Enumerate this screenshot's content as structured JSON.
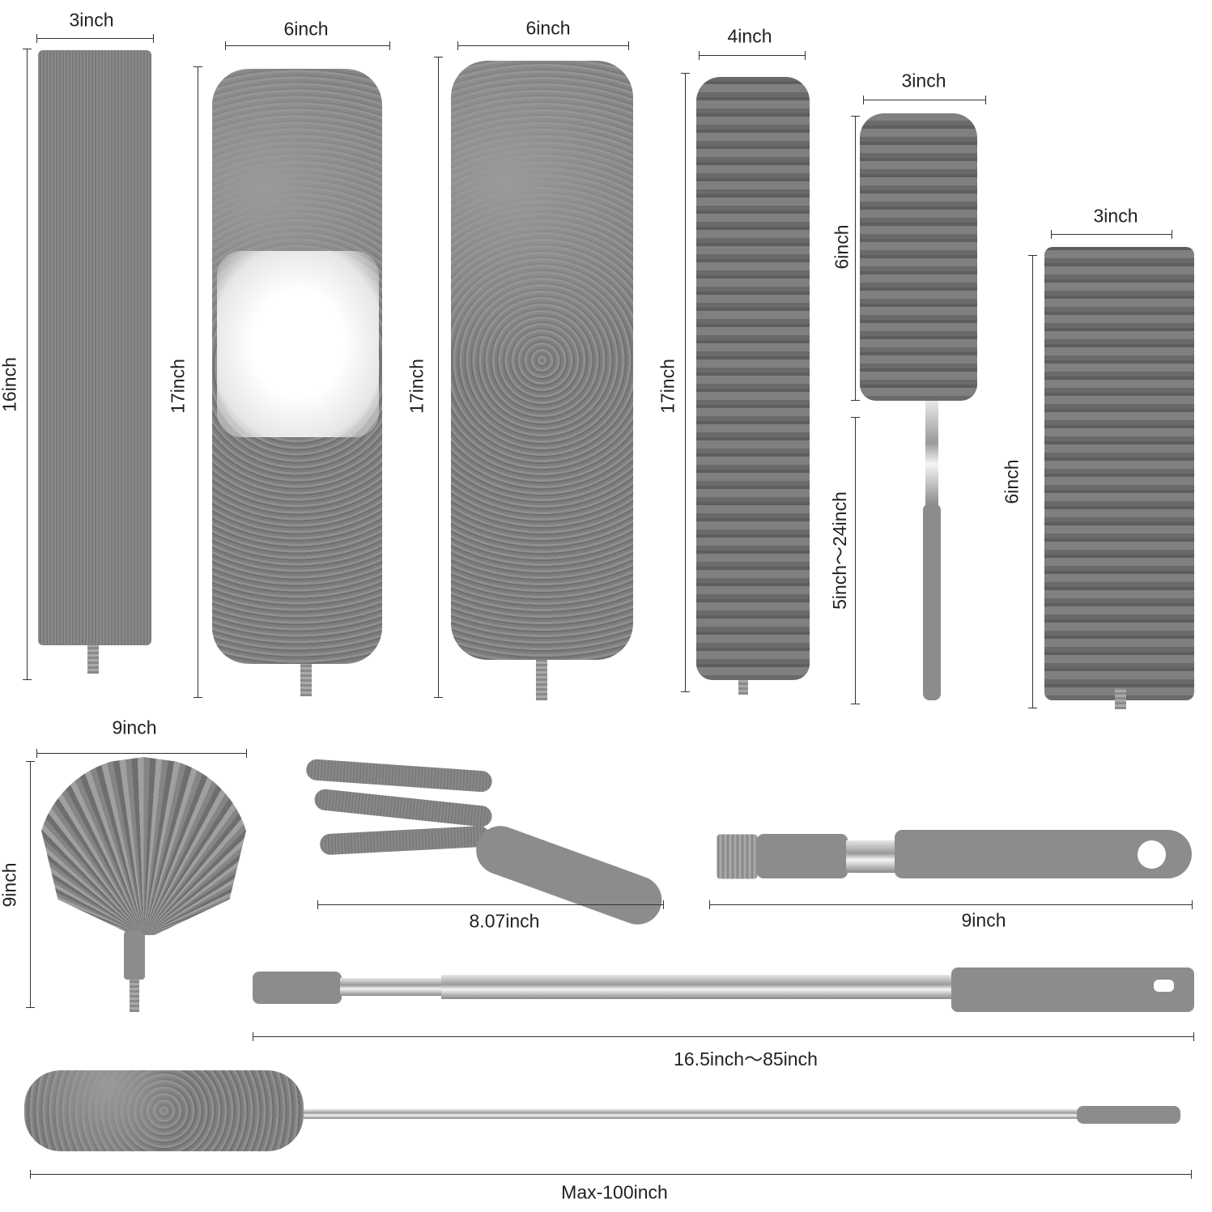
{
  "products": [
    {
      "name": "microfiber-sleeve-duster",
      "width_label": "3inch",
      "length_label": "16inch"
    },
    {
      "name": "gray-white-fluffy-duster",
      "width_label": "6inch",
      "length_label": "17inch"
    },
    {
      "name": "gray-fluffy-duster",
      "width_label": "6inch",
      "length_label": "17inch"
    },
    {
      "name": "chenille-bendable-duster",
      "width_label": "4inch",
      "length_label": "17inch"
    },
    {
      "name": "mini-chenille-duster",
      "width_label": "3inch",
      "head_length_label": "6inch",
      "handle_length_label": "5inch～24inch"
    },
    {
      "name": "flat-chenille-duster",
      "width_label": "3inch",
      "length_label": "6inch"
    },
    {
      "name": "cobweb-brush",
      "width_label": "9inch",
      "length_label": "9inch"
    },
    {
      "name": "blind-cleaner",
      "length_label": "8.07inch"
    },
    {
      "name": "short-handle",
      "length_label": "9inch"
    },
    {
      "name": "extension-pole",
      "length_label": "16.5inch～85inch"
    },
    {
      "name": "assembled-duster",
      "length_label": "Max-100inch"
    }
  ],
  "colors": {
    "product_gray": "#808080",
    "white_section": "#f2f2f2",
    "steel": "#c8c8c8"
  }
}
